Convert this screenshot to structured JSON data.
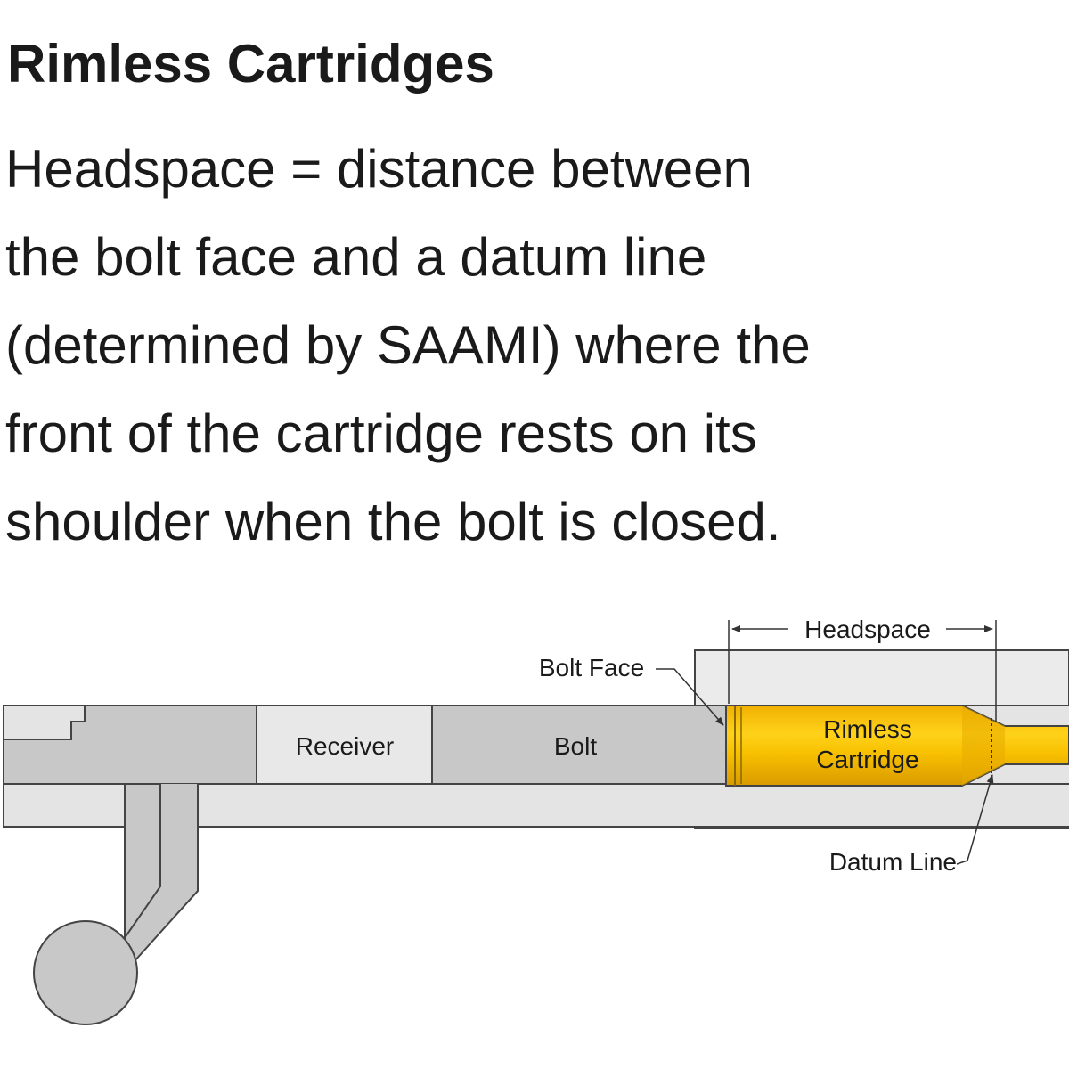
{
  "heading": {
    "title": "Rimless Cartridges",
    "lines": [
      "Headspace = distance between",
      "the bolt face and a datum line",
      "(determined by SAAMI) where the",
      "front of the cartridge rests on its",
      "shoulder when the bolt is closed."
    ]
  },
  "diagram": {
    "labels": {
      "headspace": "Headspace",
      "bolt_face": "Bolt Face",
      "receiver": "Receiver",
      "bolt": "Bolt",
      "cartridge_line1": "Rimless",
      "cartridge_line2": "Cartridge",
      "datum_line": "Datum Line"
    },
    "colors": {
      "steel": "#c8c8c8",
      "steel_light": "#e6e6e6",
      "outline": "#333333",
      "brass": "#f7c000",
      "brass_dark": "#e3a200"
    }
  }
}
